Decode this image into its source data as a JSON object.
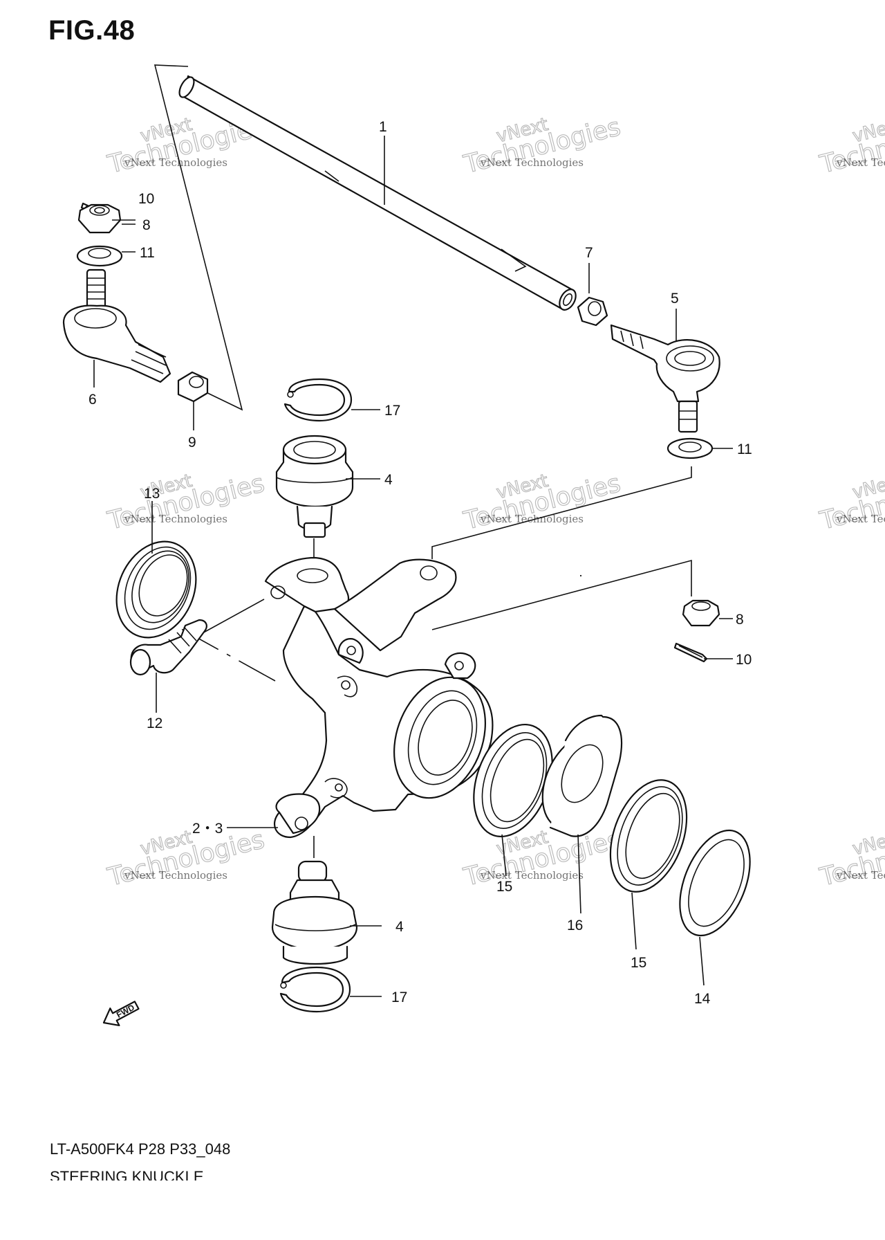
{
  "figure": {
    "title": "FIG.48",
    "model_code": "LT-A500FK4 P28 P33_048",
    "section_title": "STEERING KNUCKLE"
  },
  "watermark": {
    "line1": "vNext",
    "line2": "vNext Technologies",
    "line3": "Technologies"
  },
  "fwd_label": "FWD",
  "callouts": [
    {
      "id": "c1",
      "label": "1"
    },
    {
      "id": "c10a",
      "label": "10"
    },
    {
      "id": "c8a",
      "label": "8"
    },
    {
      "id": "c11a",
      "label": "11"
    },
    {
      "id": "c6",
      "label": "6"
    },
    {
      "id": "c9",
      "label": "9"
    },
    {
      "id": "c7",
      "label": "7"
    },
    {
      "id": "c5",
      "label": "5"
    },
    {
      "id": "c17a",
      "label": "17"
    },
    {
      "id": "c4a",
      "label": "4"
    },
    {
      "id": "c11b",
      "label": "11"
    },
    {
      "id": "c13",
      "label": "13"
    },
    {
      "id": "c8b",
      "label": "8"
    },
    {
      "id": "c10b",
      "label": "10"
    },
    {
      "id": "c12",
      "label": "12"
    },
    {
      "id": "c23",
      "label": "2・3"
    },
    {
      "id": "c4b",
      "label": "4"
    },
    {
      "id": "c15a",
      "label": "15"
    },
    {
      "id": "c16",
      "label": "16"
    },
    {
      "id": "c15b",
      "label": "15"
    },
    {
      "id": "c14",
      "label": "14"
    },
    {
      "id": "c17b",
      "label": "17"
    }
  ]
}
